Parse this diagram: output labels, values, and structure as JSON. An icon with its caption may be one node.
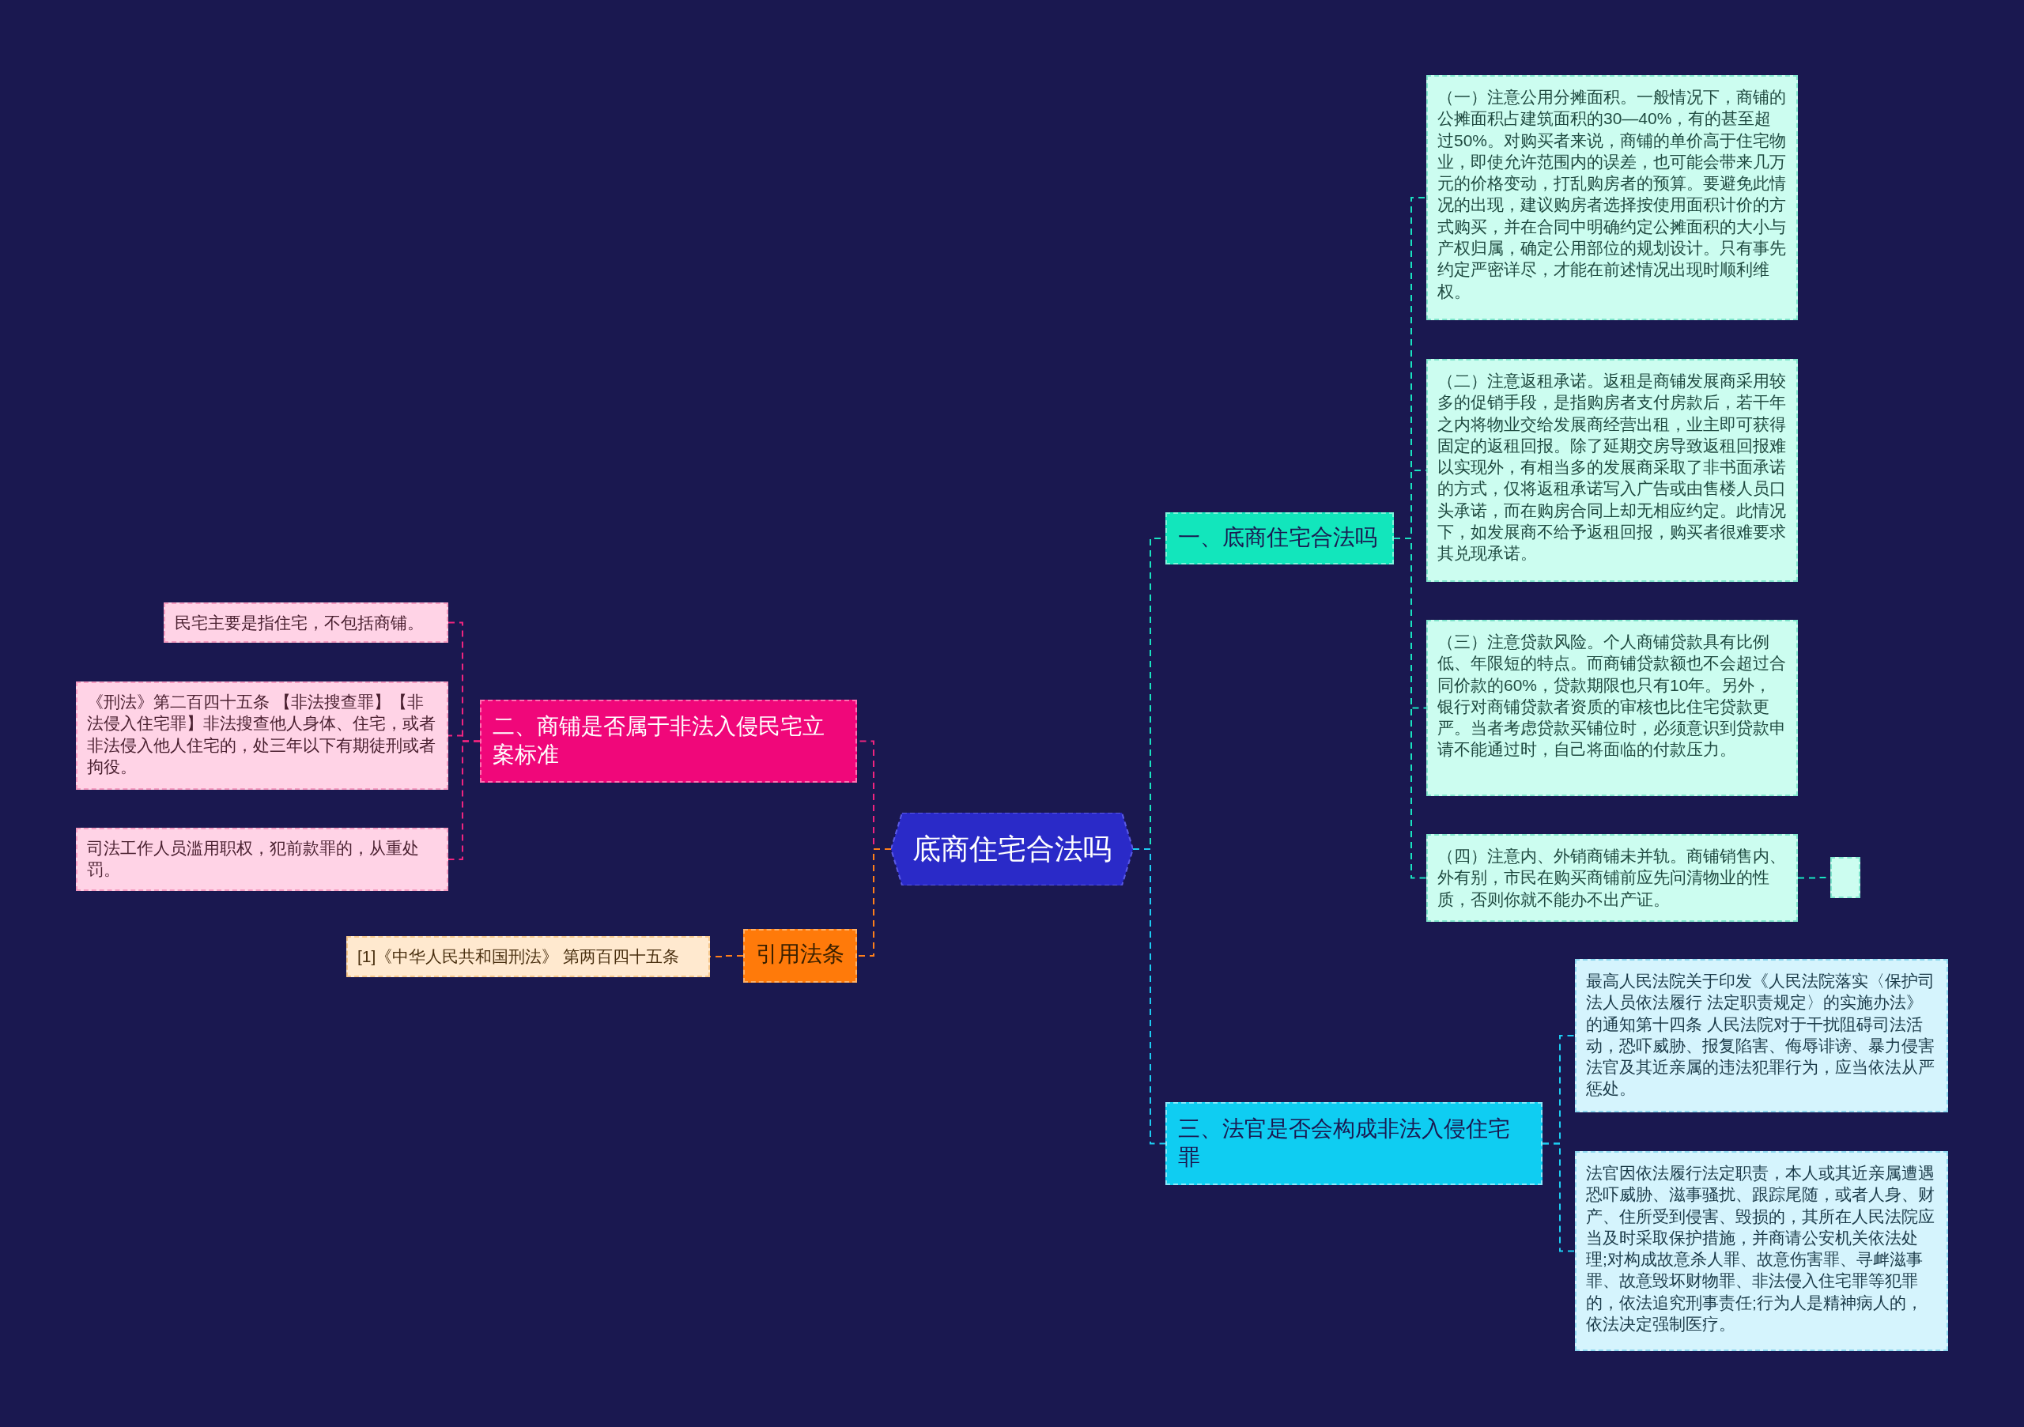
{
  "diagram": {
    "nodes": [
      {
        "text": [
          "底商住宅合法吗"
        ]
      },
      {
        "text": [
          "一、底商住宅合法吗"
        ]
      },
      {
        "text": [
          "（一）注意公用分摊面积。一般情况下，商铺的公摊面积占建筑面积的30—40%，有的甚至超过50%。对购买者来说，商铺的单价高于住宅物业，即使允许范围内的误差，也可能会带来几万元的价格变动，打乱购房者的预算。要避免此情况的出现，建议购房者选择按使用面积计价的方式购买，并在合同中明确约定公摊面积的大小与产权归属，确定公用部位的规划设计。只有事先约定严密详尽，才能在前述情况出现时顺利维权。"
        ]
      },
      {
        "text": [
          "（二）注意返租承诺。返租是商铺发展商采用较多的促销手段，是指购房者支付房款后，若干年之内将物业交给发展商经营出租，业主即可获得固定的返租回报。除了延期交房导致返租回报难以实现外，有相当多的发展商采取了非书面承诺的方式，仅将返租承诺写入广告或由售楼人员口头承诺，而在购房合同上却无相应约定。此情况下，如发展商不给予返租回报，购买者很难要求其兑现承诺。"
        ]
      },
      {
        "text": [
          "（三）注意贷款风险。个人商铺贷款具有比例低、年限短的特点。而商铺贷款额也不会超过合同价款的60%，贷款期限也只有10年。另外，银行对商铺贷款者资质的审核也比住宅贷款更严。当者考虑贷款买铺位时，必须意识到贷款申请不能通过时，自己将面临的付款压力。"
        ]
      },
      {
        "text": [
          "（四）注意内、外销商铺未并轨。商铺销售内、外有别，市民在购买商铺前应先问清物业的性质，否则你就不能办不出产证。"
        ]
      },
      {
        "text": [],
        "shape": "box"
      },
      {
        "text": [
          "二、商铺是否属于非法入侵民宅立案标准"
        ]
      },
      {
        "text": [
          "民宅主要是指住宅，不包括商铺。"
        ]
      },
      {
        "text": [
          "《刑法》第二百四十五条 【非法搜查罪】【非法侵入住宅罪】非法搜查他人身体、住宅，或者非法侵入他人住宅的，处三年以下有期徒刑或者拘役。"
        ]
      },
      {
        "text": [
          "司法工作人员滥用职权，犯前款罪的，从重处罚。"
        ]
      },
      {
        "text": [
          "引用法条"
        ]
      },
      {
        "text": [
          "[1]《中华人民共和国刑法》 第两百四十五条"
        ]
      },
      {
        "text": [
          "三、法官是否会构成非法入侵住宅罪"
        ]
      },
      {
        "text": [
          "最高人民法院关于印发《人民法院落实〈保护司法人员依法履行 法定职责规定〉的实施办法》的通知第十四条 人民法院对于干扰阻碍司法活动，恐吓威胁、报复陷害、侮辱诽谤、暴力侵害法官及其近亲属的违法犯罪行为，应当依法从严惩处。"
        ]
      },
      {
        "text": [
          "法官因依法履行法定职责，本人或其近亲属遭遇恐吓威胁、滋事骚扰、跟踪尾随，或者人身、财产、住所受到侵害、毁损的，其所在人民法院应当及时采取保护措施，并商请公安机关依法处理;对构成故意杀人罪、故意伤害罪、寻衅滋事罪、故意毁坏财物罪、非法侵入住宅罪等犯罪的，依法追究刑事责任;行为人是精神病人的，依法决定强制医疗。"
        ]
      }
    ],
    "edges": [
      {
        "from": 0,
        "to": 1,
        "arrow": "none",
        "color": "#19e3c0"
      },
      {
        "from": 1,
        "to": 2,
        "arrow": "none",
        "color": "#19e3c0"
      },
      {
        "from": 1,
        "to": 3,
        "arrow": "none",
        "color": "#19e3c0"
      },
      {
        "from": 1,
        "to": 4,
        "arrow": "none",
        "color": "#19e3c0"
      },
      {
        "from": 1,
        "to": 5,
        "arrow": "none",
        "color": "#19e3c0"
      },
      {
        "from": 5,
        "to": 6,
        "arrow": "none",
        "color": "#19e3c0"
      },
      {
        "from": 0,
        "to": 7,
        "arrow": "none",
        "color": "#f0247f"
      },
      {
        "from": 7,
        "to": 8,
        "arrow": "none",
        "color": "#f0247f"
      },
      {
        "from": 7,
        "to": 9,
        "arrow": "none",
        "color": "#f0247f"
      },
      {
        "from": 7,
        "to": 10,
        "arrow": "none",
        "color": "#f0247f"
      },
      {
        "from": 0,
        "to": 11,
        "arrow": "none",
        "color": "#ff7f1a"
      },
      {
        "from": 11,
        "to": 12,
        "arrow": "none",
        "color": "#ff7f1a"
      },
      {
        "from": 0,
        "to": 13,
        "arrow": "none",
        "color": "#1ccdf2"
      },
      {
        "from": 13,
        "to": 14,
        "arrow": "none",
        "color": "#1ccdf2"
      },
      {
        "from": 13,
        "to": 15,
        "arrow": "none",
        "color": "#1ccdf2"
      }
    ]
  }
}
